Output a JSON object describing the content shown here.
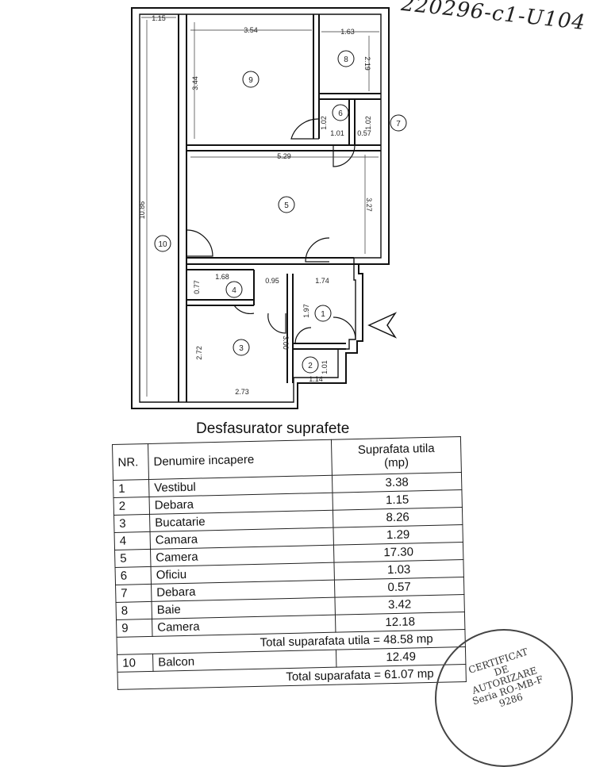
{
  "handwritten_ref": "220296-c1-U104",
  "plan": {
    "dimensions": {
      "top_balcony": "1.15",
      "room9_width": "3.54",
      "room9_height": "3.44",
      "room8_width": "1.63",
      "room8_height": "2.19",
      "room6_h": "1.02",
      "room6_w": "1.01",
      "room7_h": "1.02",
      "room7_w": "0.57",
      "room5_width": "5.29",
      "room5_height": "3.27",
      "balcony_length": "10.86",
      "room4_w": "1.68",
      "room4_h": "0.77",
      "hall_w": "0.95",
      "room1_w": "1.74",
      "room1_h": "1.97",
      "room3_h": "2.72",
      "room3_h2": "3.00",
      "room3_w": "2.73",
      "room2_h": "1.01",
      "room2_w": "1.14"
    },
    "room_numbers": [
      "1",
      "2",
      "3",
      "4",
      "5",
      "6",
      "7",
      "8",
      "9",
      "10"
    ]
  },
  "table": {
    "title": "Desfasurator suprafete",
    "headers": {
      "nr": "NR.",
      "name": "Denumire incapere",
      "area": "Suprafata utila\n(mp)"
    },
    "rows": [
      {
        "nr": "1",
        "name": "Vestibul",
        "area": "3.38"
      },
      {
        "nr": "2",
        "name": "Debara",
        "area": "1.15"
      },
      {
        "nr": "3",
        "name": "Bucatarie",
        "area": "8.26"
      },
      {
        "nr": "4",
        "name": "Camara",
        "area": "1.29"
      },
      {
        "nr": "5",
        "name": "Camera",
        "area": "17.30"
      },
      {
        "nr": "6",
        "name": "Oficiu",
        "area": "1.03"
      },
      {
        "nr": "7",
        "name": "Debara",
        "area": "0.57"
      },
      {
        "nr": "8",
        "name": "Baie",
        "area": "3.42"
      },
      {
        "nr": "9",
        "name": "Camera",
        "area": "12.18"
      }
    ],
    "total_utila": "Total suparafata utila = 48.58 mp",
    "balcony_row": {
      "nr": "10",
      "name": "Balcon",
      "area": "12.49"
    },
    "total": "Total suparafata  = 61.07 mp"
  },
  "stamp": {
    "lines": [
      "CERTIFICAT",
      "DE",
      "AUTORIZARE",
      "Seria RO-MB-F",
      "9286"
    ]
  }
}
